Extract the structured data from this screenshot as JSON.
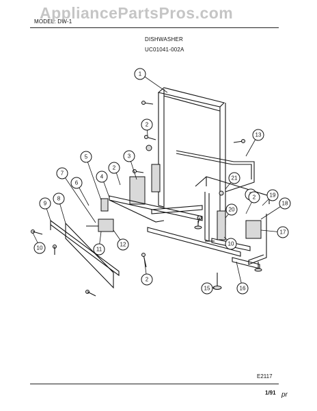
{
  "header": {
    "model_label": "MODEL: DW-1",
    "watermark": "AppliancePartsPros.com",
    "product": "DISHWASHER",
    "part_code": "UC01041-002A"
  },
  "footer": {
    "drawing_id": "E2117",
    "date_code": "1/91",
    "initials": "pr"
  },
  "callouts": [
    {
      "label": "1"
    },
    {
      "label": "2"
    },
    {
      "label": "2"
    },
    {
      "label": "3"
    },
    {
      "label": "5"
    },
    {
      "label": "2"
    },
    {
      "label": "4"
    },
    {
      "label": "6"
    },
    {
      "label": "7"
    },
    {
      "label": "8"
    },
    {
      "label": "9"
    },
    {
      "label": "10"
    },
    {
      "label": "11"
    },
    {
      "label": "12"
    },
    {
      "label": "2"
    },
    {
      "label": "13"
    },
    {
      "label": "21"
    },
    {
      "label": "2"
    },
    {
      "label": "19"
    },
    {
      "label": "18"
    },
    {
      "label": "20"
    },
    {
      "label": "17"
    },
    {
      "label": "10"
    },
    {
      "label": "15"
    },
    {
      "label": "16"
    }
  ]
}
